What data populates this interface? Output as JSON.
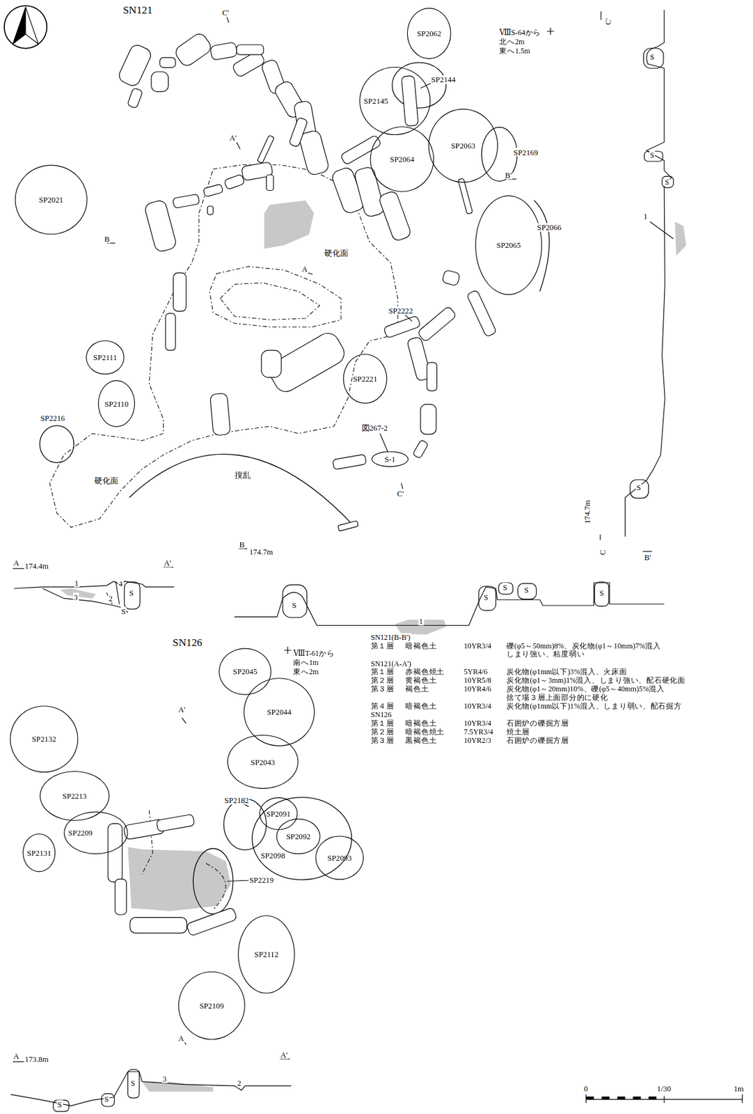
{
  "diagram": {
    "nodes": [
      {
        "text": [
          "SP2062"
        ]
      },
      {
        "text": [
          "SP2145"
        ]
      },
      {
        "text": [
          "SP2064"
        ]
      },
      {
        "text": [
          "SP2063"
        ]
      },
      {
        "text": [
          "SP2065"
        ]
      },
      {
        "text": [
          "SP2021"
        ]
      },
      {
        "text": [
          "SP2111"
        ]
      },
      {
        "text": [
          "SP2110"
        ]
      },
      {
        "text": [
          "SP2221"
        ]
      },
      {
        "text": [
          "S-1"
        ]
      },
      {
        "text": [
          "SP2045"
        ]
      },
      {
        "text": [
          "SP2044"
        ]
      },
      {
        "text": [
          "SP2043"
        ]
      },
      {
        "text": [
          "SP2132"
        ]
      },
      {
        "text": [
          "SP2213"
        ]
      },
      {
        "text": [
          "SP2209"
        ]
      },
      {
        "text": [
          "SP2131"
        ]
      },
      {
        "text": [
          "SP2091"
        ]
      },
      {
        "text": [
          "SP2092"
        ]
      },
      {
        "text": [
          "SP2093"
        ]
      },
      {
        "text": [
          "SP2112"
        ]
      },
      {
        "text": [
          "SP2109"
        ]
      }
    ],
    "labels": [
      "SN121",
      "C'",
      "ⅧS-64から",
      "北へ2m",
      "東へ1.5m",
      "SP2144",
      "SP2169",
      "B'",
      "SP2066",
      "A'",
      "B",
      "硬化面",
      "A",
      "SP2222",
      "SP2216",
      "図267-2",
      "C'",
      "硬化面",
      "撹乱",
      "B",
      "174.7m",
      "A",
      "174.4m",
      "A'",
      "1",
      "3",
      "4",
      "2",
      "S",
      "S",
      "S",
      "1",
      "S",
      "S",
      "S",
      "S",
      "C'",
      "S",
      "S",
      "S",
      "1",
      "S",
      "C",
      "174.7m",
      "B'",
      "SN126",
      "ⅧT-61から",
      "南へ1m",
      "東へ2m",
      "A'",
      "SP2182",
      "SP2098",
      "SP2219",
      "A",
      "A",
      "173.8m",
      "A'",
      "S",
      "S",
      "S",
      "3",
      "2",
      "0",
      "1/30",
      "1m",
      "SN121(B-B')",
      "第１層",
      "暗褐色土",
      "10YR3/4",
      "礫(φ5～50mm)8%、炭化物(φ1～10mm)7%混入",
      "しまり強い、粘度弱い",
      "SN121(A-A')",
      "第１層",
      "赤褐色焼土",
      "5YR4/6",
      "炭化物(φ1mm以下)3%混入、火床面",
      "第２層",
      "黄褐色土",
      "10YR5/8",
      "炭化物(φ1～3mm)1%混入、しまり強い、配石硬化面",
      "第３層",
      "褐色土",
      "10YR4/6",
      "炭化物(φ1～20mm)10%、礫(φ5～40mm)5%混入",
      "捨て場３層上面部分的に硬化",
      "第４層",
      "暗褐色土",
      "10YR3/4",
      "炭化物(φ1mm以下)1%混入、しまり弱い、配石掘方",
      "SN126",
      "第１層",
      "暗褐色土",
      "10YR3/4",
      "石囲炉の礫掘方層",
      "第２層",
      "暗褐色焼土",
      "7.5YR3/4",
      "焼土層",
      "第３層",
      "黒褐色土",
      "10YR2/3",
      "石囲炉の礫掘方層"
    ]
  }
}
